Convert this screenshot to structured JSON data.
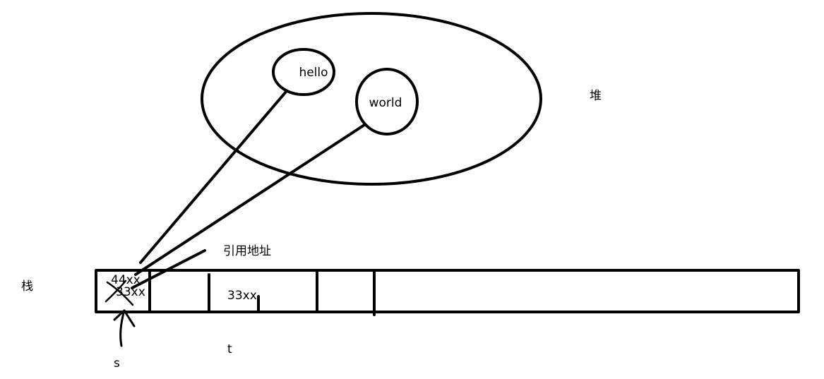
{
  "heap": {
    "label": "堆",
    "objects": [
      {
        "text": "hello"
      },
      {
        "text": "world"
      }
    ]
  },
  "stack": {
    "label": "栈",
    "cell0": {
      "new_value": "44xx",
      "old_value": "33xx"
    },
    "cell_t_value": "33xx"
  },
  "annotations": {
    "reference_address": "引用地址",
    "var_s": "s",
    "var_t": "t"
  },
  "colors": {
    "ink": "#000000",
    "background": "#ffffff"
  }
}
